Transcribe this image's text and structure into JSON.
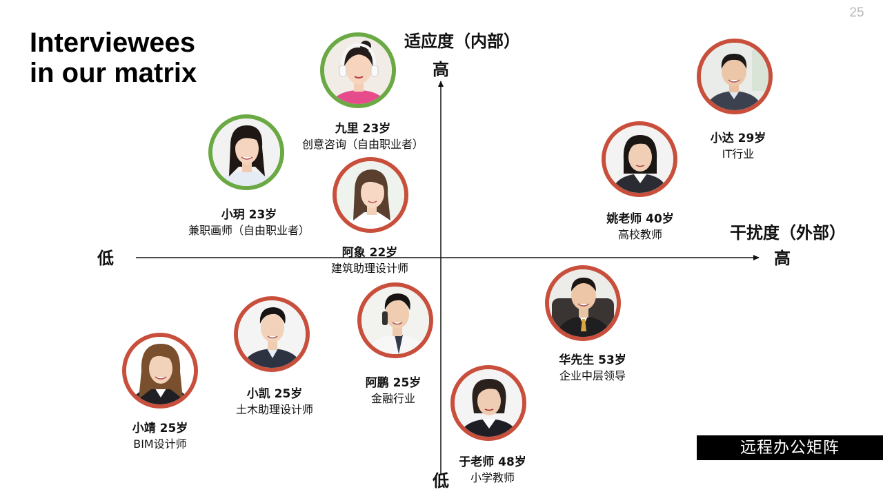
{
  "page_number": "25",
  "title": {
    "line1": "Interviewees",
    "line2": "in our matrix"
  },
  "axes": {
    "vertical_title": "适应度（内部）",
    "vertical_high": "高",
    "vertical_low": "低",
    "horizontal_title": "干扰度（外部）",
    "horizontal_high": "高",
    "horizontal_low": "低"
  },
  "people": [
    {
      "name": "九里 23岁",
      "role": "创意咨询（自由职业者）",
      "ring": "green"
    },
    {
      "name": "小玥 23岁",
      "role": "兼职画师（自由职业者）",
      "ring": "green"
    },
    {
      "name": "阿象 22岁",
      "role": "建筑助理设计师",
      "ring": "red"
    },
    {
      "name": "姚老师 40岁",
      "role": "高校教师",
      "ring": "red"
    },
    {
      "name": "小达 29岁",
      "role": "IT行业",
      "ring": "red"
    },
    {
      "name": "小靖 25岁",
      "role": "BIM设计师",
      "ring": "red"
    },
    {
      "name": "小凯 25岁",
      "role": "土木助理设计师",
      "ring": "red"
    },
    {
      "name": "阿鹏 25岁",
      "role": "金融行业",
      "ring": "red"
    },
    {
      "name": "于老师 48岁",
      "role": "小学教师",
      "ring": "red"
    },
    {
      "name": "华先生 53岁",
      "role": "企业中层领导",
      "ring": "red"
    }
  ],
  "badge": "远程办公矩阵",
  "colors": {
    "ring_red": "#c84f3c",
    "ring_green": "#6aa943",
    "badge_bg": "#000000"
  }
}
